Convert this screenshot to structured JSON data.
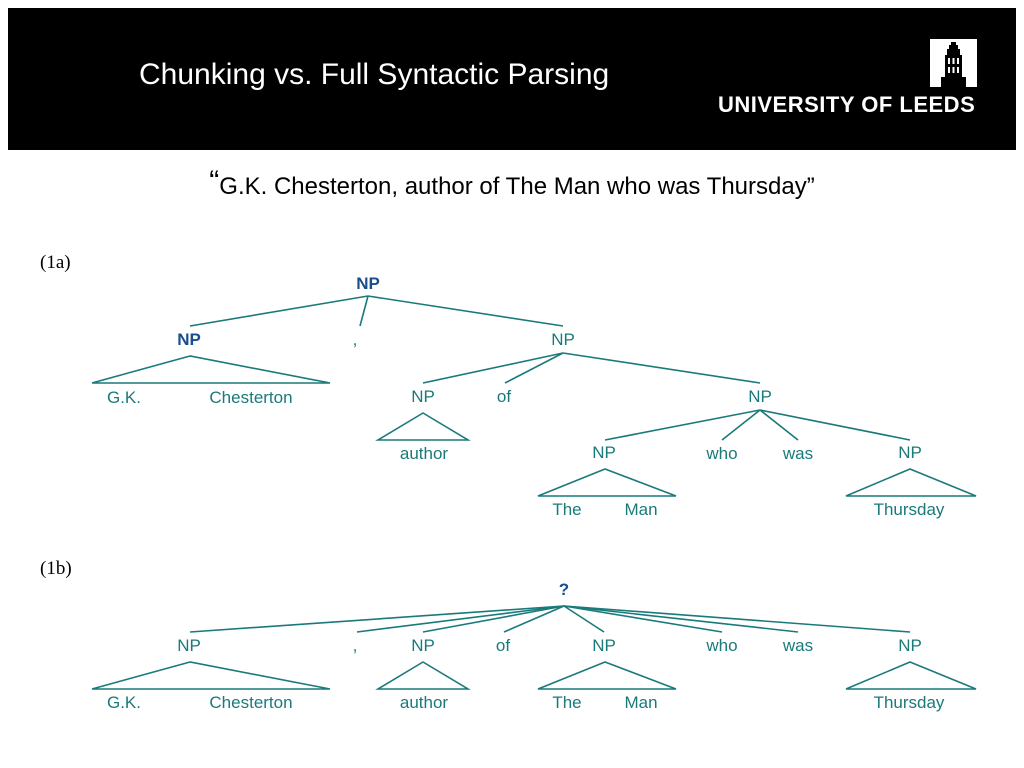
{
  "header": {
    "title": "Chunking vs. Full Syntactic Parsing",
    "logo_text": "UNIVERSITY OF LEEDS",
    "logo_icon": "university-tower-icon",
    "background": "#000000"
  },
  "subtitle": {
    "open_quote": "“",
    "text": "G.K. Chesterton, author of The Man who was Thursday”"
  },
  "colors": {
    "tree_line": "#1a7a7a",
    "label_normal": "#1a7a7a",
    "label_bold": "#1a4e8a"
  },
  "tree_a": {
    "marker": "(1a)",
    "labels": {
      "root": "NP",
      "np_left": "NP",
      "comma": ",",
      "np_right": "NP",
      "gk": "G.K.",
      "chesterton": "Chesterton",
      "np_author": "NP",
      "of": "of",
      "np_rel": "NP",
      "author": "author",
      "np_man": "NP",
      "who": "who",
      "was": "was",
      "np_thursday": "NP",
      "the": "The",
      "man": "Man",
      "thursday": "Thursday"
    }
  },
  "tree_b": {
    "marker": "(1b)",
    "labels": {
      "root": "?",
      "np1": "NP",
      "comma": ",",
      "np2": "NP",
      "of": "of",
      "np3": "NP",
      "who": "who",
      "was": "was",
      "np4": "NP",
      "gk": "G.K.",
      "chesterton": "Chesterton",
      "author": "author",
      "the": "The",
      "man": "Man",
      "thursday": "Thursday"
    }
  }
}
